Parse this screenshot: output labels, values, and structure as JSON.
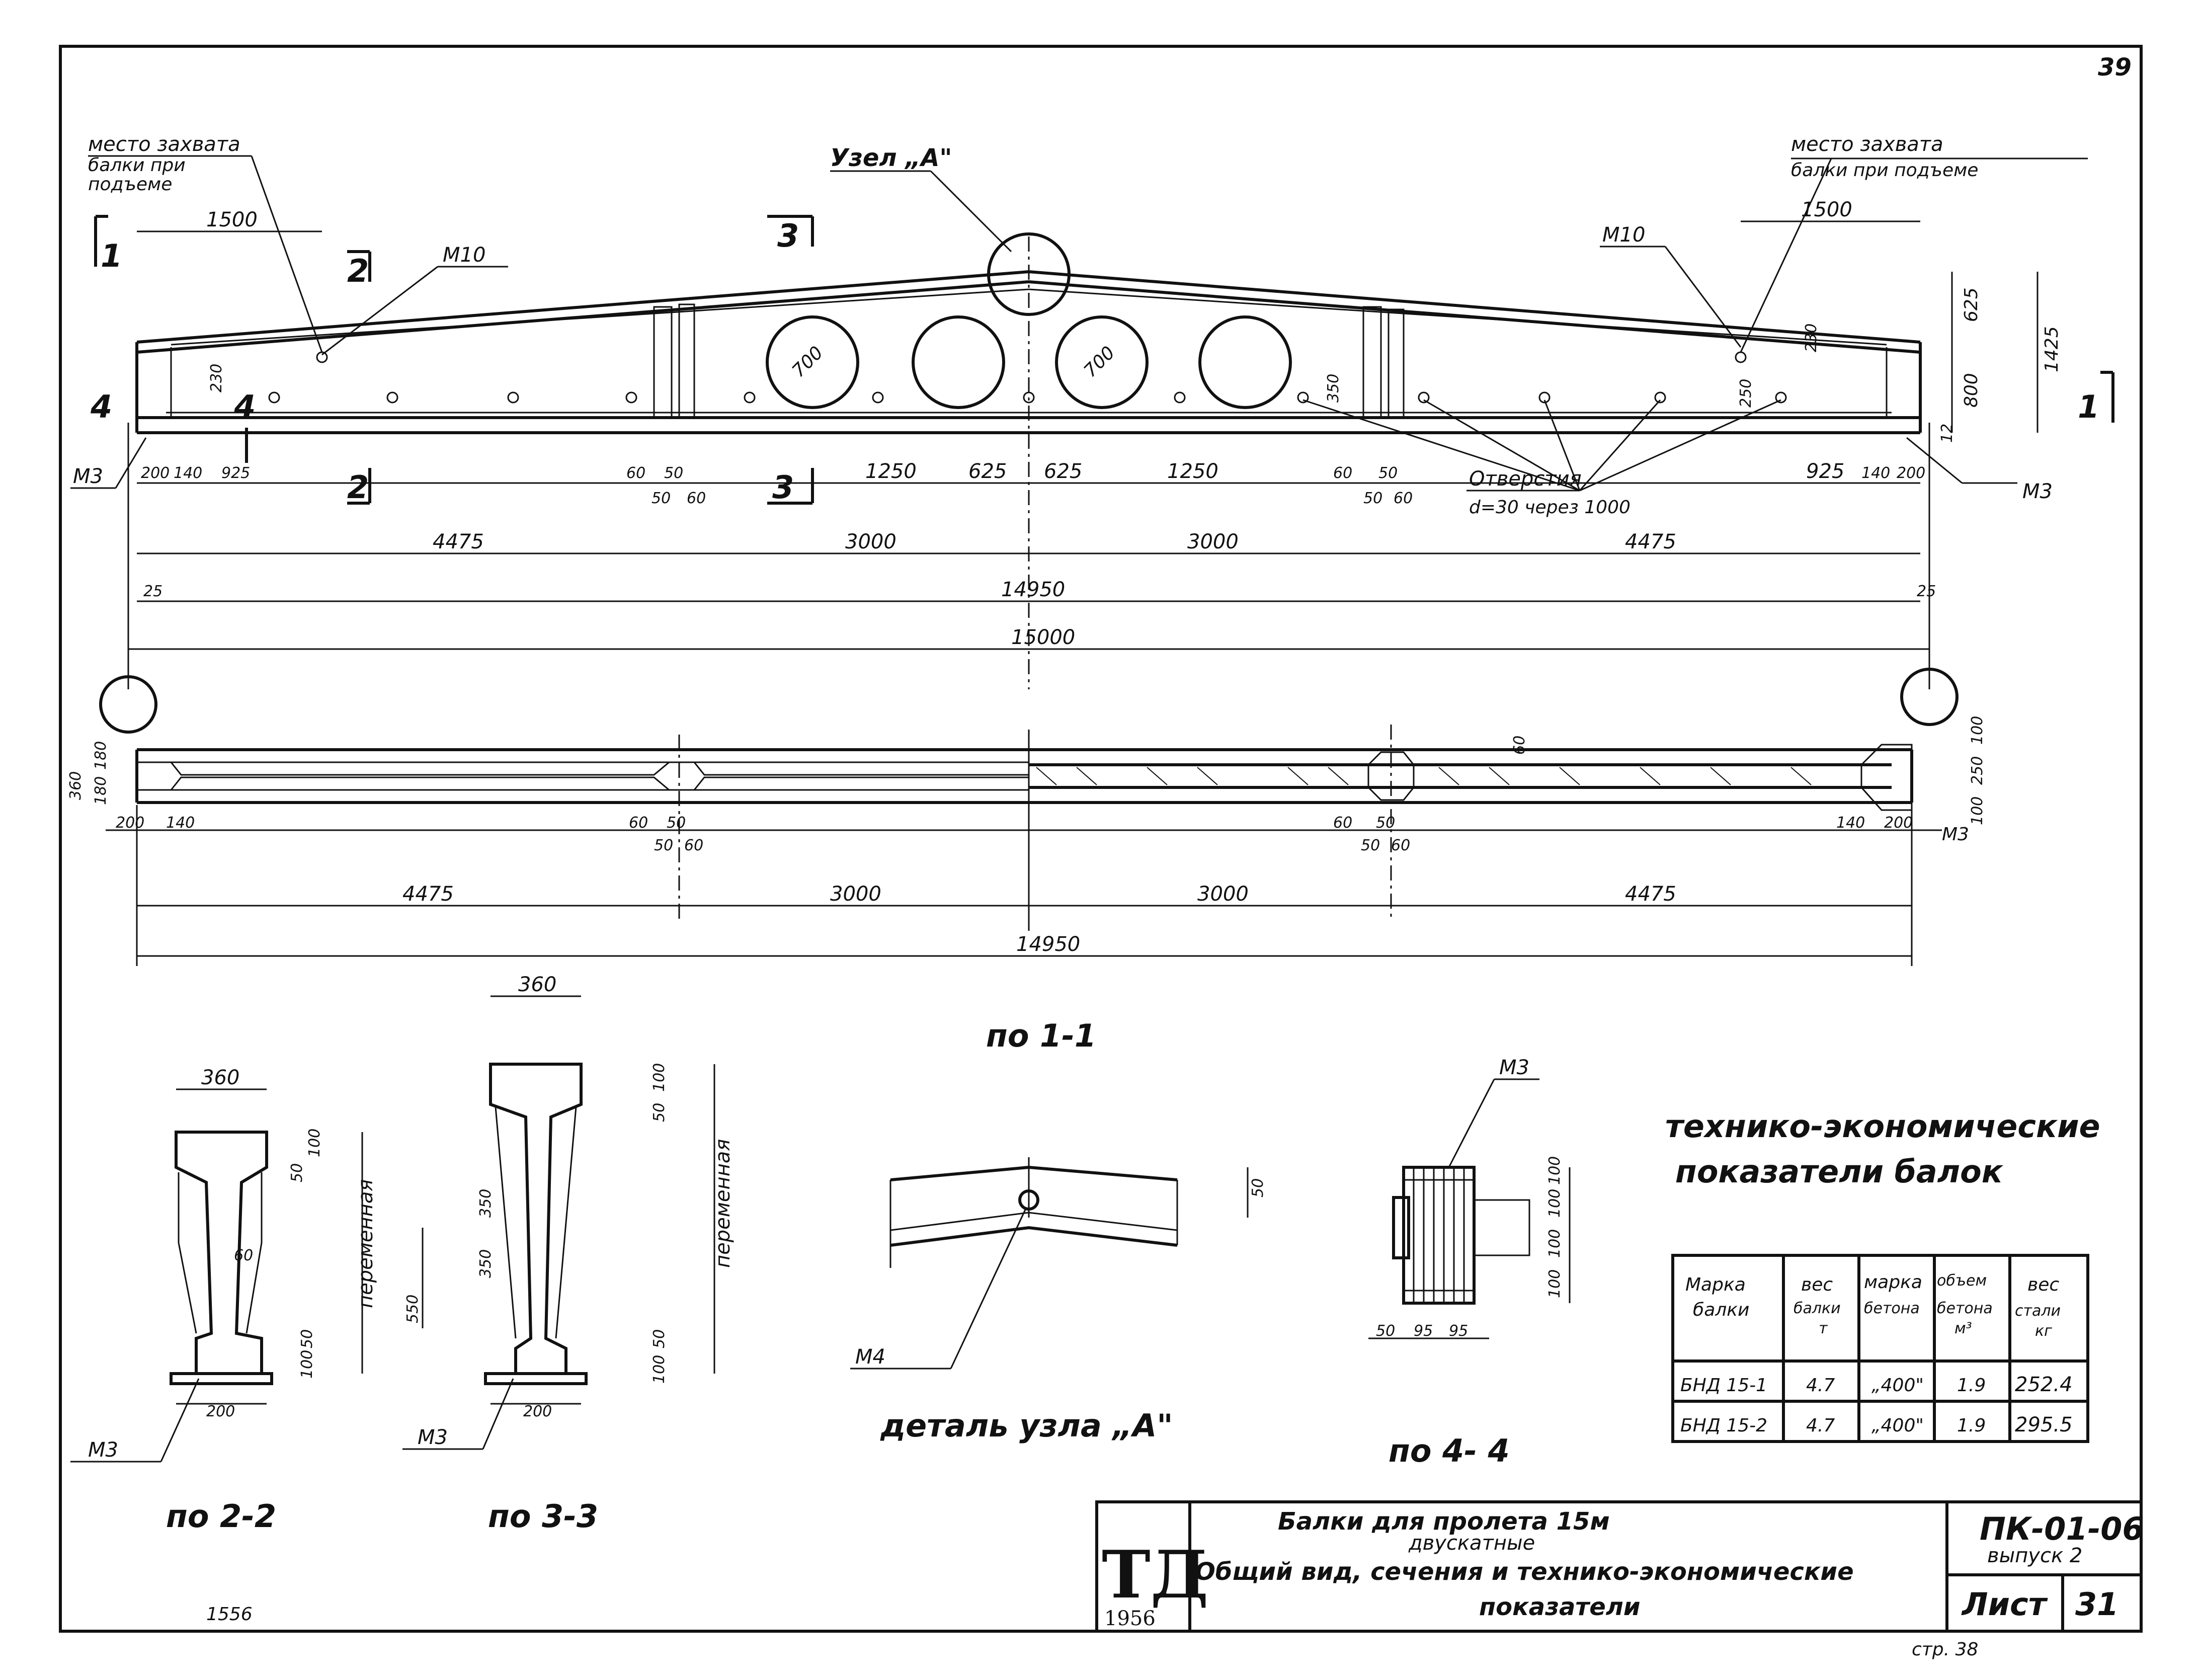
{
  "sheet": {
    "page_number": "39",
    "bottom_page_ref": "стр. 38",
    "handwritten_note": "1556"
  },
  "main_view": {
    "grip_label_left": [
      "место захвата",
      "балки при",
      "подъеме"
    ],
    "grip_label_right": [
      "место захвата",
      "балки при подъеме"
    ],
    "node_label": "Узел „А\"",
    "insert_left": "М10",
    "insert_right": "М10",
    "plate_left": "М3",
    "plate_right": "М3",
    "section_marks": [
      "1",
      "1",
      "2",
      "2",
      "3",
      "3",
      "4",
      "4"
    ],
    "grip_dim_left": "1500",
    "grip_dim_right": "1500",
    "holes_label": "Отверстия",
    "holes_spec": "d=30 через 1000",
    "opening_diameter_1": "700",
    "opening_diameter_2": "700",
    "bottom_dims_left": [
      "200",
      "140",
      "925",
      "60",
      "50",
      "50",
      "60"
    ],
    "middle_dims": [
      "1250",
      "625",
      "625",
      "1250"
    ],
    "bottom_dims_right": [
      "60",
      "50",
      "50",
      "60",
      "925",
      "140",
      "200"
    ],
    "span_parts": [
      "4475",
      "3000",
      "3000",
      "4475"
    ],
    "end_offset_left": "25",
    "end_offset_right": "25",
    "length_total": "14950",
    "span": "15000",
    "height_dims": [
      "625",
      "800",
      "1425",
      "12"
    ],
    "small_dims": [
      "230",
      "230",
      "350",
      "250"
    ]
  },
  "plan_view": {
    "caption": "по 1-1",
    "left_dims": [
      "360",
      "180",
      "180"
    ],
    "right_dims": [
      "100",
      "250",
      "100"
    ],
    "top_dim": "60",
    "bottom_left": [
      "200",
      "140"
    ],
    "bottom_mid_left": [
      "60",
      "50",
      "50",
      "60"
    ],
    "bottom_mid_right": [
      "60",
      "50",
      "50",
      "60"
    ],
    "bottom_right": [
      "140",
      "200"
    ],
    "plate": "М3",
    "span_parts": [
      "4475",
      "3000",
      "3000",
      "4475"
    ],
    "length_total": "14950"
  },
  "section_2_2": {
    "caption": "по 2-2",
    "top_width": "360",
    "web": "60",
    "bottom_width": "200",
    "side_label": "переменная",
    "flange_dims": [
      "100",
      "50",
      "50",
      "100"
    ],
    "plate": "М3"
  },
  "section_3_3": {
    "caption": "по 3-3",
    "top_width": "360",
    "bottom_width": "200",
    "side_label": "переменная",
    "web_dims": [
      "350",
      "350",
      "550"
    ],
    "flange_dims": [
      "100",
      "50",
      "50",
      "100"
    ],
    "plate": "М3"
  },
  "node_detail": {
    "caption": "деталь узла „А\"",
    "dim": "50",
    "insert": "М4"
  },
  "section_4_4": {
    "caption": "по 4- 4",
    "plate": "М3",
    "right_dims": [
      "100",
      "100",
      "100",
      "100"
    ],
    "bottom_dims": [
      "50",
      "95",
      "95"
    ]
  },
  "tech_table": {
    "title_line1": "технико-экономические",
    "title_line2": "показатели балок",
    "headers": [
      [
        "Марка",
        "балки"
      ],
      [
        "вес",
        "балки",
        "т"
      ],
      [
        "марка",
        "бетона"
      ],
      [
        "объем",
        "бетона",
        "м³"
      ],
      [
        "вес",
        "стали",
        "кг"
      ]
    ],
    "rows": [
      [
        "БНД 15-1",
        "4.7",
        "„400\"",
        "1.9",
        "252.4"
      ],
      [
        "БНД 15-2",
        "4.7",
        "„400\"",
        "1.9",
        "295.5"
      ]
    ]
  },
  "title_block": {
    "logo": "ТД",
    "year": "1956",
    "title_line1": "Балки для пролета 15м",
    "title_line2": "двускатные",
    "title_line3": "Общий вид, сечения и технико-экономические",
    "title_line4": "показатели",
    "series": "ПК-01-06",
    "issue": "выпуск 2",
    "sheet_label": "Лист",
    "sheet_number": "31"
  }
}
